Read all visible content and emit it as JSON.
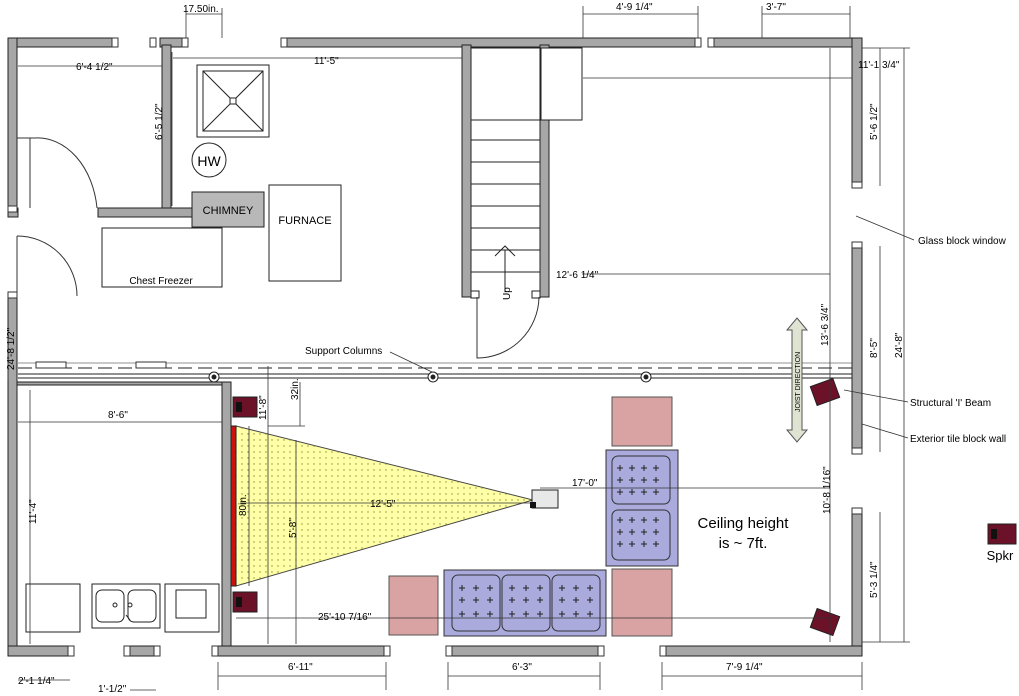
{
  "rooms": {
    "hw_label": "HW",
    "chimney_label": "CHIMNEY",
    "furnace_label": "FURNACE",
    "freezer_label": "Chest Freezer",
    "stair_label": "Up",
    "ceiling_line1": "Ceiling height",
    "ceiling_line2": "is ~ 7ft.",
    "joist_label": "JOIST DIRECTION",
    "spkr_label": "Spkr"
  },
  "callouts": {
    "support_columns": "Support Columns",
    "glass_block": "Glass block window",
    "beam": "Structural 'I' Beam",
    "exterior_wall": "Exterior tile block wall"
  },
  "dims": {
    "top_window": "17.50in.",
    "top_4_9": "4'-9 1/4\"",
    "top_3_7": "3'-7\"",
    "utility_width": "6'-4 1/2\"",
    "utility_height": "6'-5 1/2\"",
    "mid_11_5": "11'-5\"",
    "right_11_1": "11'-1 3/4\"",
    "right_5_6": "5'-6 1/2\"",
    "stair_12_6": "12'-6 1/4\"",
    "left_24_8": "24'-8 1/2\"",
    "right_24_8": "24'-8\"",
    "right_13_6": "13'-6 3/4\"",
    "right_8_5": "8'-5\"",
    "dim_32in": "32in.",
    "dim_11_8": "11'-8\"",
    "room_8_6": "8'-6\"",
    "room_11_4": "11'-4\"",
    "dim_17_0": "17'-0\"",
    "dim_12_5": "12'-5\"",
    "dim_80in": "80in.",
    "dim_5_8": "5'-8\"",
    "right_10_8": "10'-8 1/16\"",
    "right_5_3": "5'-3 1/4\"",
    "dim_25_10": "25'-10 7/16\"",
    "bot_2_1": "2'-1 1/4\"",
    "bot_1_half": "1'-1/2\"",
    "bot_6_11": "6'-11\"",
    "bot_6_3": "6'-3\"",
    "bot_7_9": "7'-9 1/4\""
  },
  "colors": {
    "wall": "#a7a7a7",
    "sofa": "#aaaadd",
    "chair": "#d9a3a3",
    "screen_cone": "#ffffa8",
    "speaker": "#6b1228",
    "screen": "#cc1111"
  }
}
